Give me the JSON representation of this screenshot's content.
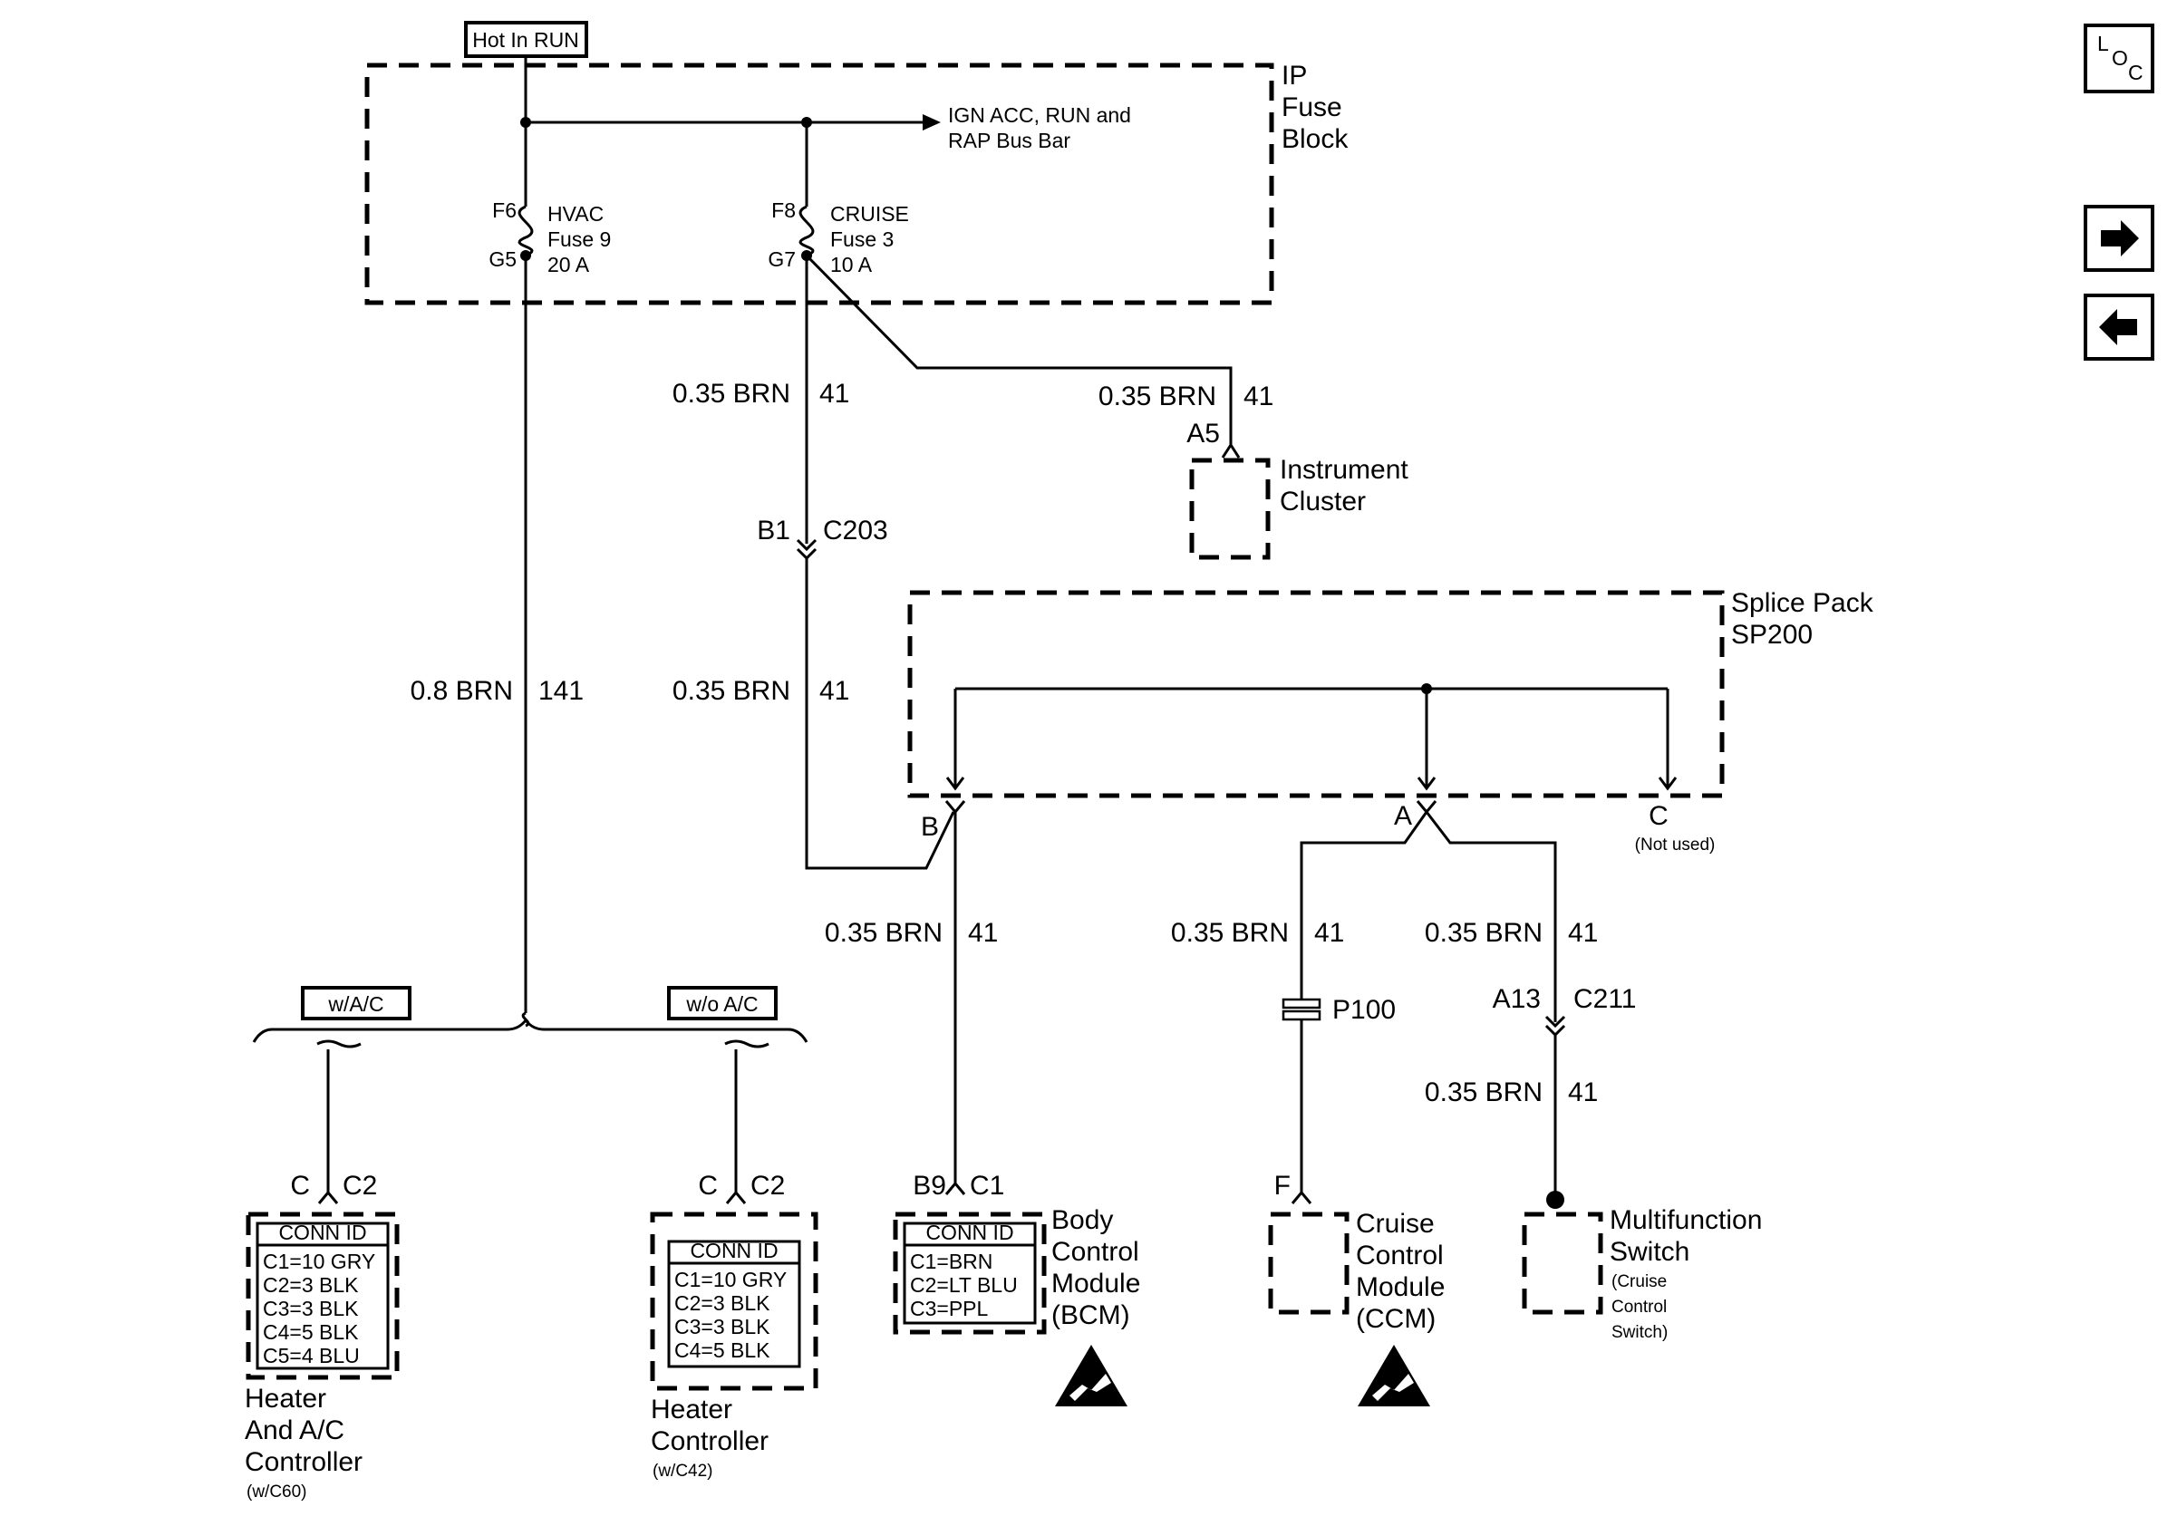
{
  "top_label": "Hot In RUN",
  "fuse_block": {
    "name_line1": "IP",
    "name_line2": "Fuse",
    "name_line3": "Block",
    "bus_line1": "IGN ACC, RUN and",
    "bus_line2": "RAP Bus Bar",
    "hvac": {
      "in_pin": "F6",
      "out_pin": "G5",
      "name": "HVAC",
      "fuse": "Fuse 9",
      "rating": "20 A"
    },
    "cruise": {
      "in_pin": "F8",
      "out_pin": "G7",
      "name": "CRUISE",
      "fuse": "Fuse 3",
      "rating": "10 A"
    }
  },
  "wires": {
    "cruise_down": {
      "size": "0.35 BRN",
      "circuit": "41"
    },
    "cluster": {
      "size": "0.35 BRN",
      "circuit": "41"
    },
    "hvac_down": {
      "size": "0.8 BRN",
      "circuit": "141"
    },
    "after_c203": {
      "size": "0.35 BRN",
      "circuit": "41"
    },
    "to_bcm": {
      "size": "0.35 BRN",
      "circuit": "41"
    },
    "to_p100": {
      "size": "0.35 BRN",
      "circuit": "41"
    },
    "to_c211": {
      "size": "0.35 BRN",
      "circuit": "41"
    },
    "after_c211": {
      "size": "0.35 BRN",
      "circuit": "41"
    }
  },
  "instrument_cluster": {
    "pin": "A5",
    "name_line1": "Instrument",
    "name_line2": "Cluster"
  },
  "c203": {
    "pin": "B1",
    "connector": "C203"
  },
  "splice_pack": {
    "name_line1": "Splice Pack",
    "name_line2": "SP200",
    "pin_b": "B",
    "pin_a": "A",
    "pin_c": "C",
    "pin_c_note": "(Not used)"
  },
  "option_labels": {
    "with_ac": "w/A/C",
    "without_ac": "w/o A/C"
  },
  "heater_ac_controller": {
    "pin": "C",
    "connector": "C2",
    "conn_id_title": "CONN ID",
    "conn_ids": [
      "C1=10 GRY",
      "C2=3 BLK",
      "C3=3 BLK",
      "C4=5 BLK",
      "C5=4 BLU"
    ],
    "name_line1": "Heater",
    "name_line2": "And A/C",
    "name_line3": "Controller",
    "note": "(w/C60)"
  },
  "heater_controller": {
    "pin": "C",
    "connector": "C2",
    "conn_id_title": "CONN ID",
    "conn_ids": [
      "C1=10 GRY",
      "C2=3 BLK",
      "C3=3 BLK",
      "C4=5 BLK"
    ],
    "name_line1": "Heater",
    "name_line2": "Controller",
    "note": "(w/C42)"
  },
  "bcm": {
    "pin": "B9",
    "connector": "C1",
    "conn_id_title": "CONN ID",
    "conn_ids": [
      "C1=BRN",
      "C2=LT BLU",
      "C3=PPL"
    ],
    "name_line1": "Body",
    "name_line2": "Control",
    "name_line3": "Module",
    "name_line4": "(BCM)"
  },
  "p100": {
    "name": "P100"
  },
  "ccm": {
    "pin": "F",
    "name_line1": "Cruise",
    "name_line2": "Control",
    "name_line3": "Module",
    "name_line4": "(CCM)"
  },
  "c211": {
    "pin": "A13",
    "connector": "C211"
  },
  "multifunction_switch": {
    "name_line1": "Multifunction",
    "name_line2": "Switch",
    "note_line1": "(Cruise",
    "note_line2": "Control",
    "note_line3": "Switch)"
  },
  "nav": {
    "loc_l": "L",
    "loc_o": "O",
    "loc_c": "C",
    "next_icon": "arrow-right-icon",
    "prev_icon": "arrow-left-icon"
  }
}
